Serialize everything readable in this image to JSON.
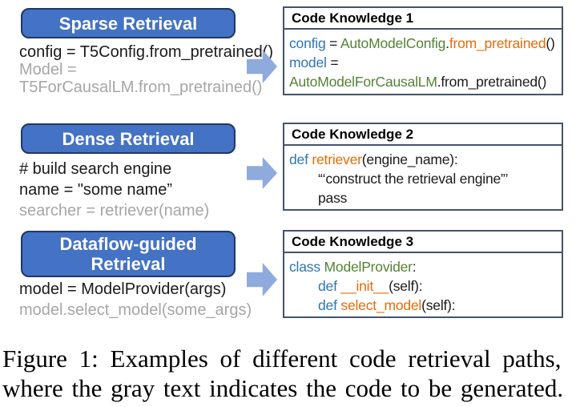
{
  "palette": {
    "method_box_fill": "#4472C4",
    "method_box_border": "#1F3864",
    "arrow_fill": "#8FAADC",
    "knowledge_box_border": "#44546A",
    "code_blue": "#2E75B6",
    "code_green": "#548235",
    "code_orange": "#E36C0A",
    "code_gray": "#A6A6A6",
    "code_black": "#1A1A1A"
  },
  "rows": [
    {
      "label": "Sparse Retrieval",
      "query_lines": [
        [
          {
            "t": "config = T5Config.from_pretrained()",
            "c": "plain"
          }
        ],
        [
          {
            "t": "Model =",
            "c": "gray"
          }
        ],
        [
          {
            "t": "T5ForCausalLM.from_pretrained()",
            "c": "gray"
          }
        ]
      ],
      "knowledge": {
        "title": "Code Knowledge 1",
        "lines": [
          [
            {
              "t": "config",
              "c": "blue"
            },
            {
              "t": " = ",
              "c": "plain"
            },
            {
              "t": "AutoModelConfig",
              "c": "green"
            },
            {
              "t": ".",
              "c": "plain"
            },
            {
              "t": "from_pretrained",
              "c": "orange"
            },
            {
              "t": "()",
              "c": "plain"
            }
          ],
          [
            {
              "t": "model",
              "c": "blue"
            },
            {
              "t": " =",
              "c": "plain"
            }
          ],
          [
            {
              "t": "AutoModelForCausalLM",
              "c": "green"
            },
            {
              "t": ".from_pretrained()",
              "c": "plain"
            }
          ]
        ]
      }
    },
    {
      "label": "Dense Retrieval",
      "query_lines": [
        [
          {
            "t": "# build search engine",
            "c": "plain"
          }
        ],
        [
          {
            "t": "name = \"some name”",
            "c": "plain"
          }
        ],
        [
          {
            "t": "searcher = retriever(name)",
            "c": "gray"
          }
        ]
      ],
      "knowledge": {
        "title": "Code Knowledge 2",
        "lines": [
          [
            {
              "t": "def ",
              "c": "blue"
            },
            {
              "t": "retriever",
              "c": "orange"
            },
            {
              "t": "(engine_name):",
              "c": "plain"
            }
          ],
          [
            {
              "t": "“‘construct the retrieval engine”’",
              "c": "plain"
            }
          ],
          [
            {
              "t": "pass",
              "c": "plain"
            }
          ]
        ]
      }
    },
    {
      "label": "Dataflow-guided Retrieval",
      "query_lines": [
        [
          {
            "t": "model = ModelProvider(args)",
            "c": "plain"
          }
        ],
        [
          {
            "t": "model.select_model(some_args)",
            "c": "gray"
          }
        ]
      ],
      "knowledge": {
        "title": "Code Knowledge 3",
        "lines": [
          [
            {
              "t": "class ",
              "c": "blue"
            },
            {
              "t": "ModelProvider",
              "c": "green"
            },
            {
              "t": ":",
              "c": "plain"
            }
          ],
          [
            {
              "t": "def ",
              "c": "blue"
            },
            {
              "t": "__init__",
              "c": "orange"
            },
            {
              "t": "(self):",
              "c": "plain"
            }
          ],
          [
            {
              "t": "def ",
              "c": "blue"
            },
            {
              "t": "select_model",
              "c": "orange"
            },
            {
              "t": "(self):",
              "c": "plain"
            }
          ]
        ]
      }
    }
  ],
  "caption": {
    "line1": "Figure 1: Examples of different code retrieval paths,",
    "line2": "where the gray text indicates the code to be generated."
  }
}
